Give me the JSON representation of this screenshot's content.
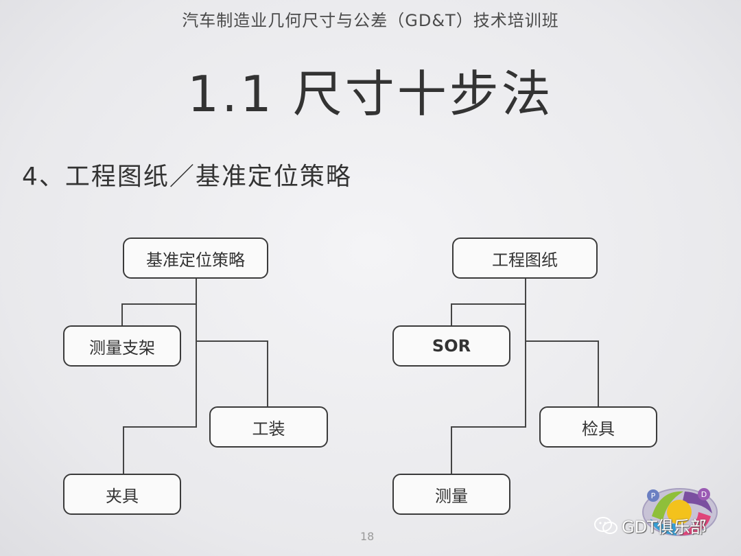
{
  "header": {
    "course_title": "汽车制造业几何尺寸与公差（GD&T）技术培训班"
  },
  "slide": {
    "title": "1.1 尺寸十步法",
    "subtitle": "4、工程图纸／基准定位策略",
    "page_number": "18"
  },
  "left_tree": {
    "root": "基准定位策略",
    "children": [
      "测量支架",
      "工装",
      "夹具"
    ]
  },
  "right_tree": {
    "root": "工程图纸",
    "children": [
      "SOR",
      "检具",
      "测量"
    ]
  },
  "watermark": {
    "text": "GDT俱乐部",
    "icon": "wechat-icon"
  },
  "logo": {
    "labels": [
      "P",
      "D"
    ]
  }
}
